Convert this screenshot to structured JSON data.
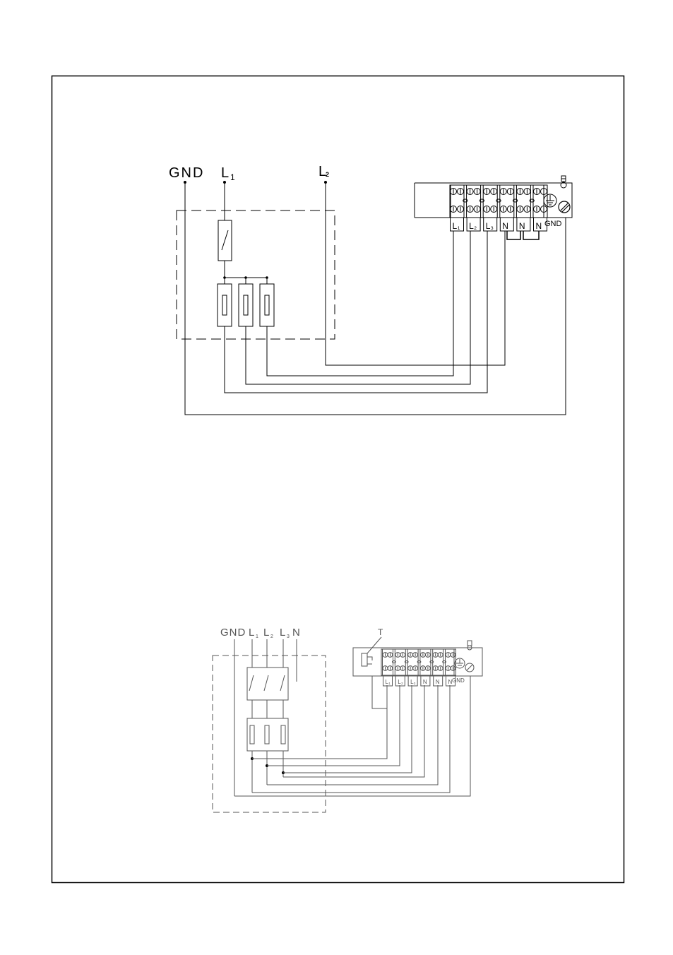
{
  "diagram1": {
    "supply_labels": {
      "gnd": "GND",
      "l1": "L",
      "l1_sub": "1",
      "l2": "L",
      "l2_sub": "2"
    },
    "terminal_labels": [
      "L",
      "L",
      "L",
      "N",
      "N",
      "N"
    ],
    "terminal_subs": [
      "1",
      "2",
      "3",
      "",
      "",
      ""
    ],
    "gnd_label": "GND"
  },
  "diagram2": {
    "supply_labels": {
      "gnd": "GND",
      "l1": "L",
      "l1_sub": "1",
      "l2": "L",
      "l2_sub": "2",
      "l3": "L",
      "l3_sub": "3",
      "n": "N"
    },
    "thermostat_label": "T",
    "terminal_labels": [
      "L",
      "L",
      "L",
      "N",
      "N",
      "N"
    ],
    "terminal_subs": [
      "1",
      "2",
      "3",
      "",
      "",
      ""
    ],
    "gnd_label": "GND"
  },
  "colors": {
    "line": "#000000",
    "light_line": "#555555"
  }
}
